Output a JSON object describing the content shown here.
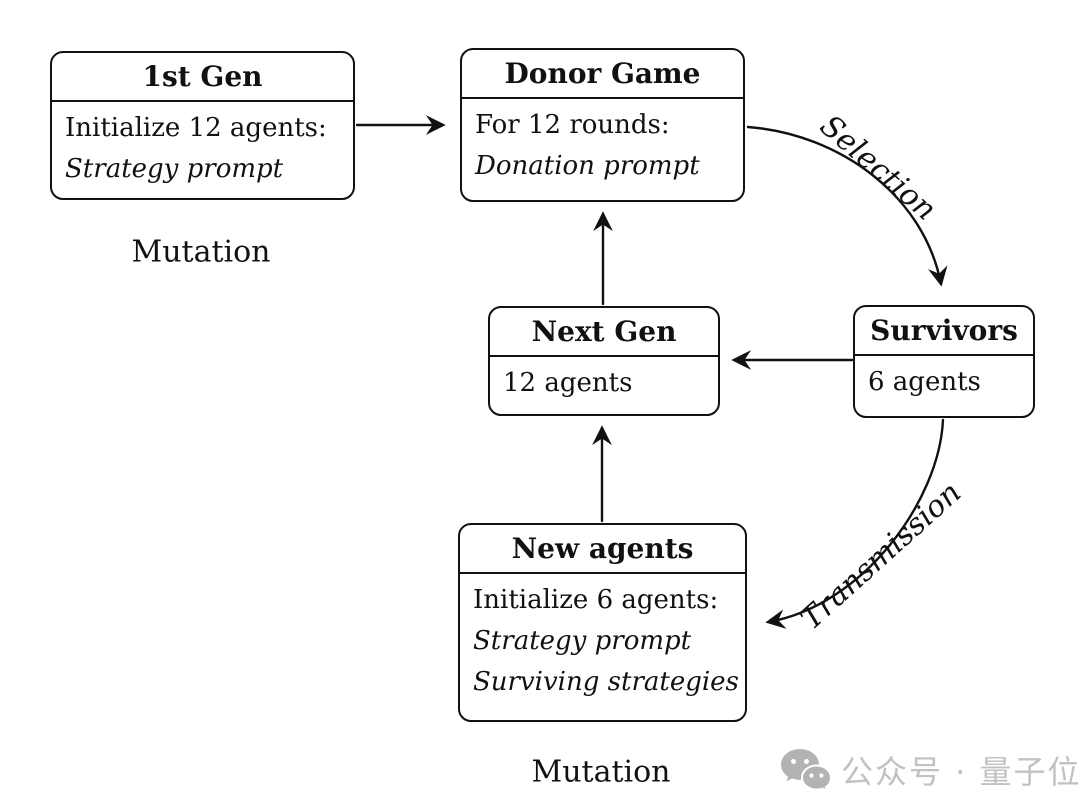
{
  "diagram": {
    "boxes": [
      {
        "id": "first-gen",
        "title": "1st Gen",
        "lines": [
          {
            "text": "Initialize 12 agents:",
            "style": "normal"
          },
          {
            "text": "Strategy prompt",
            "style": "italic"
          }
        ]
      },
      {
        "id": "donor-game",
        "title": "Donor Game",
        "lines": [
          {
            "text": "For 12 rounds:",
            "style": "normal"
          },
          {
            "text": "Donation prompt",
            "style": "italic"
          }
        ]
      },
      {
        "id": "next-gen",
        "title": "Next Gen",
        "lines": [
          {
            "text": "12 agents",
            "style": "normal"
          }
        ]
      },
      {
        "id": "survivors",
        "title": "Survivors",
        "lines": [
          {
            "text": "6 agents",
            "style": "normal"
          }
        ]
      },
      {
        "id": "new-agents",
        "title": "New agents",
        "lines": [
          {
            "text": "Initialize 6 agents:",
            "style": "normal"
          },
          {
            "text": "Strategy prompt",
            "style": "italic"
          },
          {
            "text": "Surviving strategies",
            "style": "italic"
          }
        ]
      }
    ],
    "edge_labels": {
      "selection": "Selection",
      "transmission": "Transmission",
      "mutation_left": "Mutation",
      "mutation_bottom": "Mutation"
    },
    "colors": {
      "stroke": "#111111",
      "background": "#ffffff",
      "watermark_text": "#c2c2c2",
      "watermark_icon": "#b3b3b3"
    }
  },
  "watermark": {
    "text": "公众号 · 量子位",
    "icon": "wechat-icon"
  }
}
